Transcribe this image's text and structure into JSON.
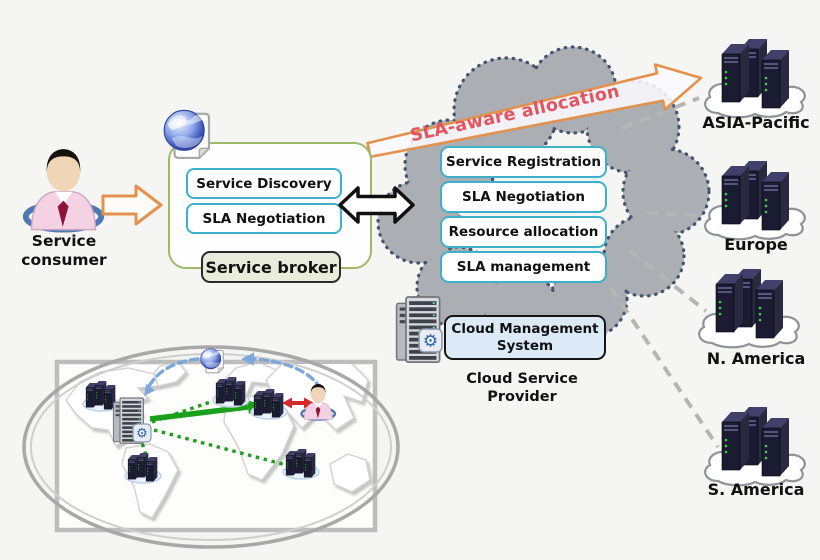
{
  "consumer": {
    "line1": "Service",
    "line2": "consumer"
  },
  "broker": {
    "label": "Service broker",
    "items": [
      "Service Discovery",
      "SLA Negotiation"
    ]
  },
  "cloud": {
    "items": [
      "Service Registration",
      "SLA Negotiation",
      "Resource allocation",
      "SLA management"
    ]
  },
  "management": {
    "line1": "Cloud Management",
    "line2": "System"
  },
  "provider": {
    "line1": "Cloud Service",
    "line2": "Provider"
  },
  "allocation": {
    "label": "SLA-aware allocation"
  },
  "regions": [
    {
      "label": "ASIA-Pacific"
    },
    {
      "label": "Europe"
    },
    {
      "label": "N. America"
    },
    {
      "label": "S. America"
    }
  ],
  "icons": {
    "consumer": "person-icon",
    "broker": "globe-document-icon",
    "provider_cloud": "dotted-cloud-shape",
    "management": "server-rack-gear-icon",
    "region": "server-cluster-cloud-icon",
    "map": "world-map-network-icon"
  },
  "colors": {
    "bg": "#f5f5f3",
    "cloud_fill": "#abaeb3",
    "cloud_dot": "#44546f",
    "cyan": "#3fb0ca",
    "green_border": "#9fb968",
    "orange": "#e2924e",
    "allocation_text": "#e25460",
    "label_bg": "#e9ecdb",
    "mgmt_bg": "#dceaf7",
    "dash_gray": "#b5b5b5",
    "map_green": "#1aa01a",
    "map_blue": "#7da7d9",
    "map_red": "#d42a2a",
    "server_navy": "#1b1b31"
  }
}
